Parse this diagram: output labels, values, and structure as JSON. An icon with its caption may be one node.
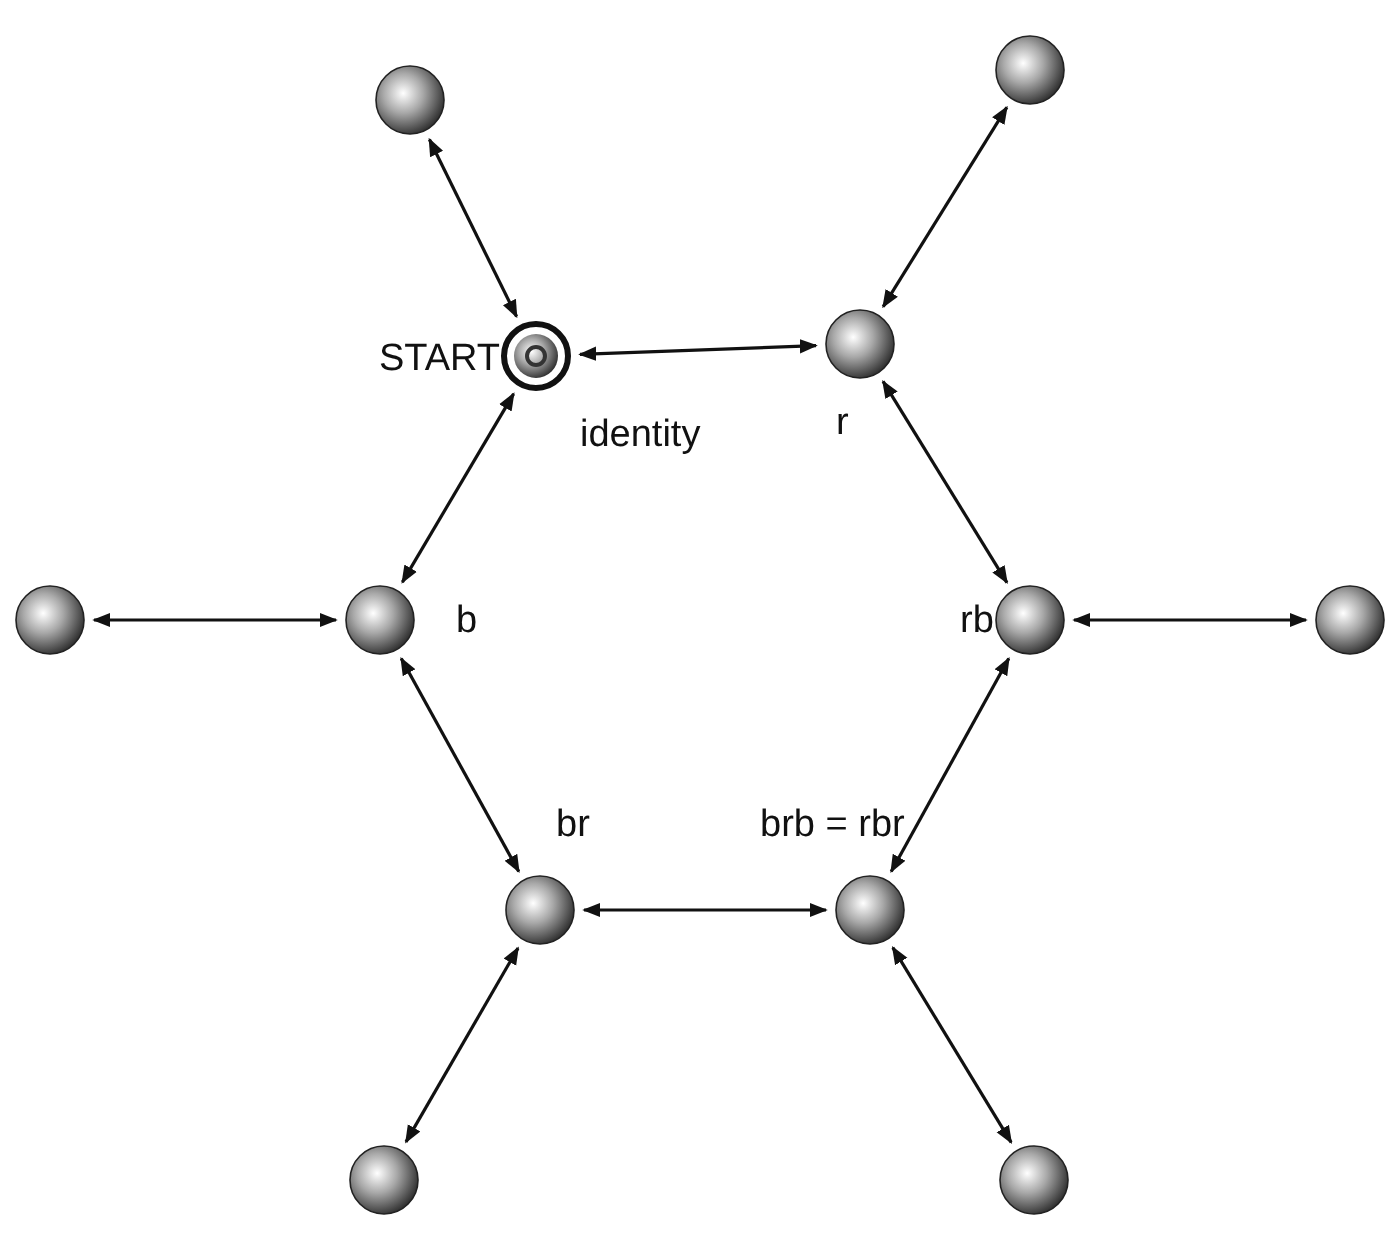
{
  "diagram": {
    "nodes": [
      {
        "text": [],
        "shape": "circle"
      },
      {
        "text": [],
        "shape": "circle"
      },
      {
        "text": [],
        "shape": "target",
        "beside": [
          "START",
          "identity"
        ]
      },
      {
        "text": [],
        "shape": "circle",
        "beside": [
          "r"
        ]
      },
      {
        "text": [],
        "shape": "circle"
      },
      {
        "text": [],
        "shape": "circle",
        "beside": [
          "b"
        ]
      },
      {
        "text": [],
        "shape": "circle",
        "beside": [
          "rb"
        ]
      },
      {
        "text": [],
        "shape": "circle"
      },
      {
        "text": [],
        "shape": "circle",
        "beside": [
          "br"
        ]
      },
      {
        "text": [],
        "shape": "circle",
        "beside": [
          "brb = rbr"
        ]
      },
      {
        "text": [],
        "shape": "circle"
      },
      {
        "text": [],
        "shape": "circle"
      }
    ],
    "edges": [
      {
        "from": 0,
        "to": 2,
        "arrow": "both"
      },
      {
        "from": 1,
        "to": 3,
        "arrow": "both"
      },
      {
        "from": 2,
        "to": 3,
        "arrow": "both"
      },
      {
        "from": 2,
        "to": 5,
        "arrow": "both"
      },
      {
        "from": 3,
        "to": 6,
        "arrow": "both"
      },
      {
        "from": 4,
        "to": 5,
        "arrow": "both"
      },
      {
        "from": 5,
        "to": 8,
        "arrow": "both"
      },
      {
        "from": 6,
        "to": 7,
        "arrow": "both"
      },
      {
        "from": 6,
        "to": 9,
        "arrow": "both"
      },
      {
        "from": 8,
        "to": 9,
        "arrow": "both"
      },
      {
        "from": 8,
        "to": 10,
        "arrow": "both"
      },
      {
        "from": 9,
        "to": 11,
        "arrow": "both"
      }
    ]
  }
}
